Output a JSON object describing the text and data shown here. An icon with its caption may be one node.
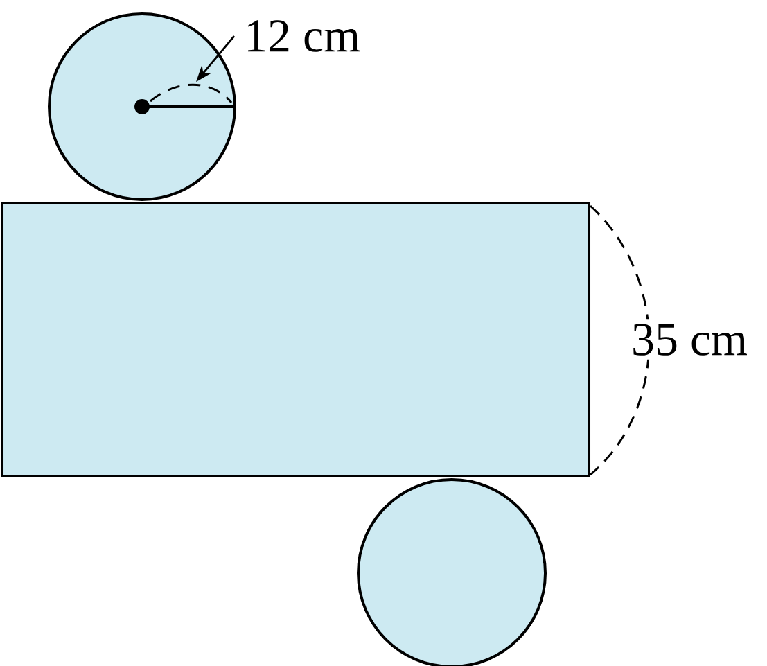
{
  "diagram": {
    "nodes": [
      {
        "text": [],
        "shape": "circle"
      },
      {
        "text": [],
        "shape": "box"
      },
      {
        "text": [],
        "shape": "circle"
      },
      {
        "text": [
          "12 cm"
        ]
      }
    ],
    "edges": [
      {
        "from": 3,
        "to": 0,
        "arrow": "to"
      }
    ],
    "labels": [
      "35 cm"
    ]
  }
}
